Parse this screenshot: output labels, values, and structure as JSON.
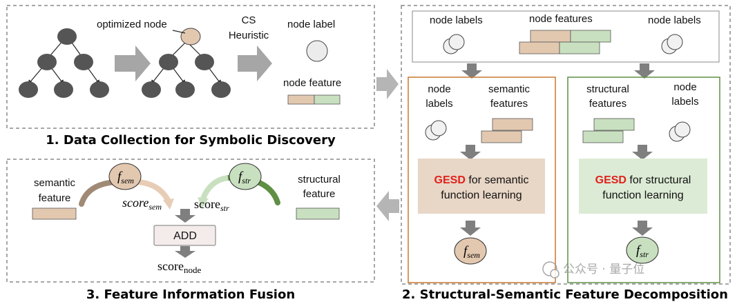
{
  "panel1": {
    "title": "1. Data Collection for Symbolic Discovery",
    "optimized_node": "optimized node",
    "heuristic_line1": "CS",
    "heuristic_line2": "Heuristic",
    "node_label": "node label",
    "node_feature": "node feature"
  },
  "panel2": {
    "title": "2. Structural-Semantic Feature Decomposition",
    "top_node_labels_left": "node labels",
    "top_node_features": "node features",
    "top_node_labels_right": "node labels",
    "sem_node_line1": "node",
    "sem_node_line2": "labels",
    "sem_feat_line1": "semantic",
    "sem_feat_line2": "features",
    "sem_gesd": "GESD",
    "sem_for": " for semantic",
    "sem_line2": "function learning",
    "sem_out_base": "f",
    "sem_out_sub": "sem",
    "str_feat_line1": "structural",
    "str_feat_line2": "features",
    "str_node_line1": "node",
    "str_node_line2": "labels",
    "str_gesd": "GESD",
    "str_for": " for structural",
    "str_line2": "function learning",
    "str_out_base": "f",
    "str_out_sub": "str"
  },
  "panel3": {
    "title": "3. Feature Information Fusion",
    "sem_feature_line1": "semantic",
    "sem_feature_line2": "feature",
    "str_feature_line1": "structural",
    "str_feature_line2": "feature",
    "f_base": "f",
    "f_sem_sub": "sem",
    "f_str_sub": "str",
    "score_sem_base": "score",
    "score_sem_sub": "sem",
    "score_str_base": "score",
    "score_str_sub": "str",
    "add": "ADD",
    "score_node_base": "score",
    "score_node_sub": "node"
  },
  "watermark": "公众号 · 量子位",
  "colors": {
    "tan": "#e3c8b0",
    "green": "#c8e0bf",
    "gray_node": "#555555",
    "arrow": "#9e9e9e",
    "orange_border": "#c8762e",
    "green_border": "#5f8f44",
    "gesd_red": "#e0201b"
  }
}
